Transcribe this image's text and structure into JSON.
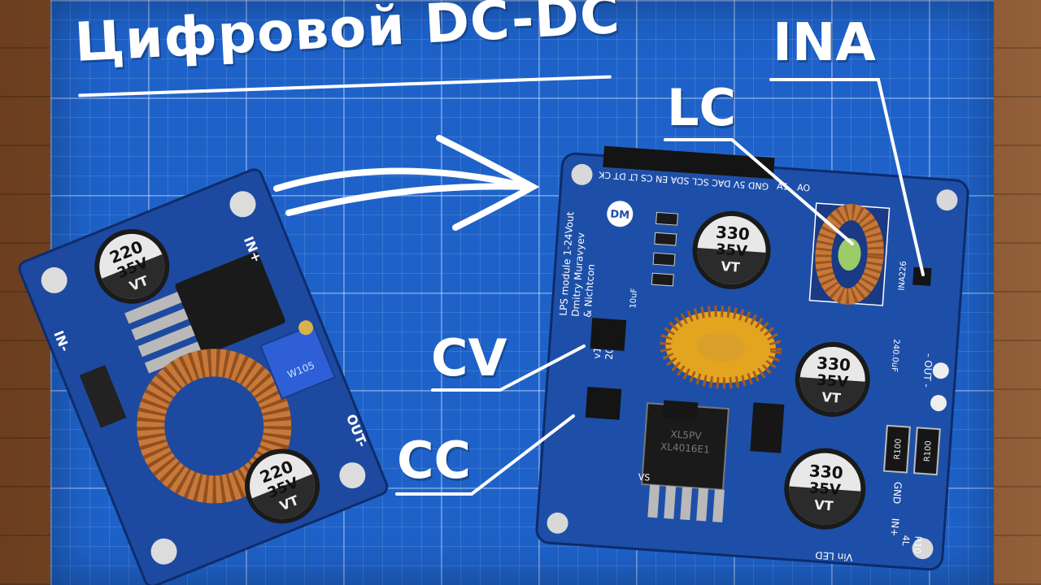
{
  "title": "Цифровой DC-DC",
  "labels": {
    "ina": "INA",
    "lc": "LC",
    "cv": "CV",
    "cc": "CC"
  },
  "old_module": {
    "cap_top": {
      "value": "220",
      "voltage": "35V",
      "series": "VT"
    },
    "cap_bottom": {
      "value": "220",
      "voltage": "35V",
      "series": "VT"
    },
    "pin_in": "IN-",
    "pin_in_plus": "IN+",
    "pin_out": "OUT-",
    "pot": "W105"
  },
  "new_module": {
    "header_labels": "GND 5V  DAC  SCL SDA EN CS  LT  DT  CK",
    "header_label_ao": "AO",
    "header_label_a1": "A1",
    "logo": "DM",
    "silk_title": "LPS module 1-24Vout",
    "silk_authors_1": "Dmitry Muravyev",
    "silk_authors_2": "& Nichtcon",
    "silk_version": "v1.0",
    "silk_year": "2023",
    "cap_in": {
      "value": "330",
      "voltage": "35V",
      "series": "VT"
    },
    "cap_out_1": {
      "value": "330",
      "voltage": "35V",
      "series": "VT"
    },
    "cap_out_2": {
      "value": "330",
      "voltage": "35V",
      "series": "VT"
    },
    "ic_main_1": "XL5PV",
    "ic_main_2": "XL4016E1",
    "ina_chip": "INA226",
    "res_1": "R100",
    "res_2": "R100",
    "pin_out_minus": "- OUT -",
    "pin_gnd": "GND",
    "pin_in_plus": "IN+",
    "pin_vin_led": "Vin LED",
    "pin_vs": "VS",
    "cap_label": "240.0uF",
    "res_r10": "R10",
    "res_4l": "4L",
    "c_10uf": "10uF"
  },
  "colors": {
    "blueprint": "#1e62c9",
    "pcb": "#1e4fa8",
    "copper": "#c8793a",
    "accent_white": "#ffffff"
  }
}
